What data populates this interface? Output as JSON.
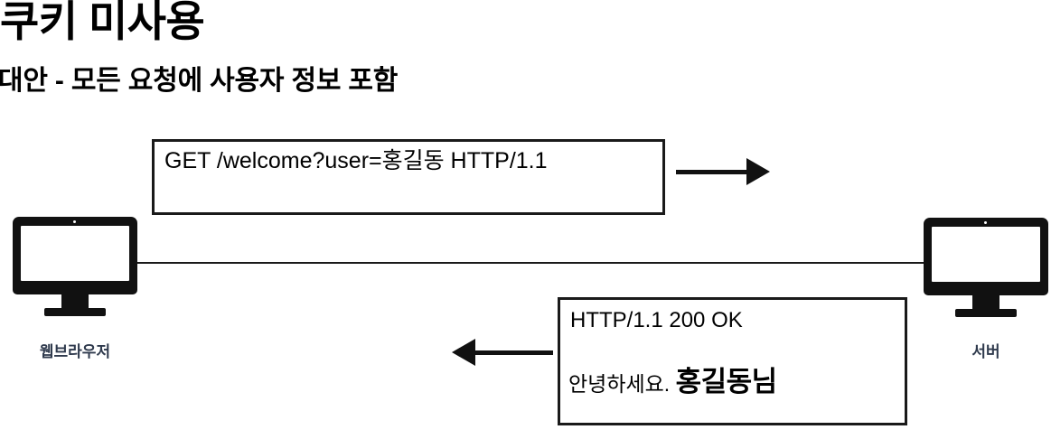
{
  "slide": {
    "title": "쿠키 미사용",
    "subtitle": "대안 - 모든 요청에 사용자 정보 포함"
  },
  "diagram": {
    "client": {
      "icon": "desktop-monitor-icon",
      "label": "웹브라우저"
    },
    "server": {
      "icon": "desktop-monitor-icon",
      "label": "서버"
    },
    "request": {
      "text": "GET /welcome?user=홍길동 HTTP/1.1",
      "arrow_direction": "right",
      "arrow_icon": "arrow-right-icon"
    },
    "response": {
      "status_line": "HTTP/1.1 200 OK",
      "body_prefix": "안녕하세요. ",
      "body_highlight": "홍길동님",
      "arrow_direction": "left",
      "arrow_icon": "arrow-left-icon"
    },
    "connection": {
      "name": "network-wire"
    }
  },
  "colors": {
    "text": "#000000",
    "device_label": "#2f3a4d",
    "stroke": "#1a1a1a",
    "background": "#ffffff"
  }
}
